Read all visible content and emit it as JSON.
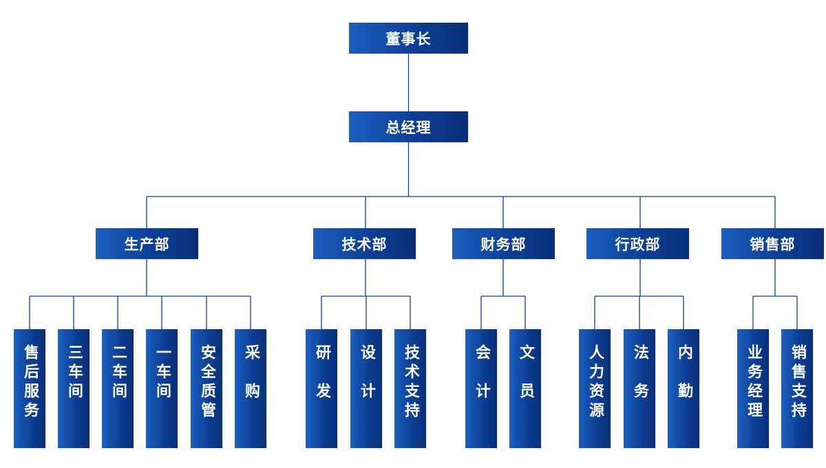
{
  "chairman": "董事长",
  "general_manager": "总经理",
  "departments": [
    {
      "name": "生产部",
      "units": [
        "售后服务",
        "三车间",
        "二车间",
        "一车间",
        "安全质管",
        "采购"
      ]
    },
    {
      "name": "技术部",
      "units": [
        "研发",
        "设计",
        "技术支持"
      ]
    },
    {
      "name": "财务部",
      "units": [
        "会计",
        "文员"
      ]
    },
    {
      "name": "行政部",
      "units": [
        "人力资源",
        "法务",
        "内勤"
      ]
    },
    {
      "name": "销售部",
      "units": [
        "业务经理",
        "销售支持"
      ]
    }
  ],
  "colors": {
    "box_light": "#1b5fbf",
    "box_dark": "#0a2f78",
    "line": "#0d3f96",
    "text": "#ffffff"
  }
}
